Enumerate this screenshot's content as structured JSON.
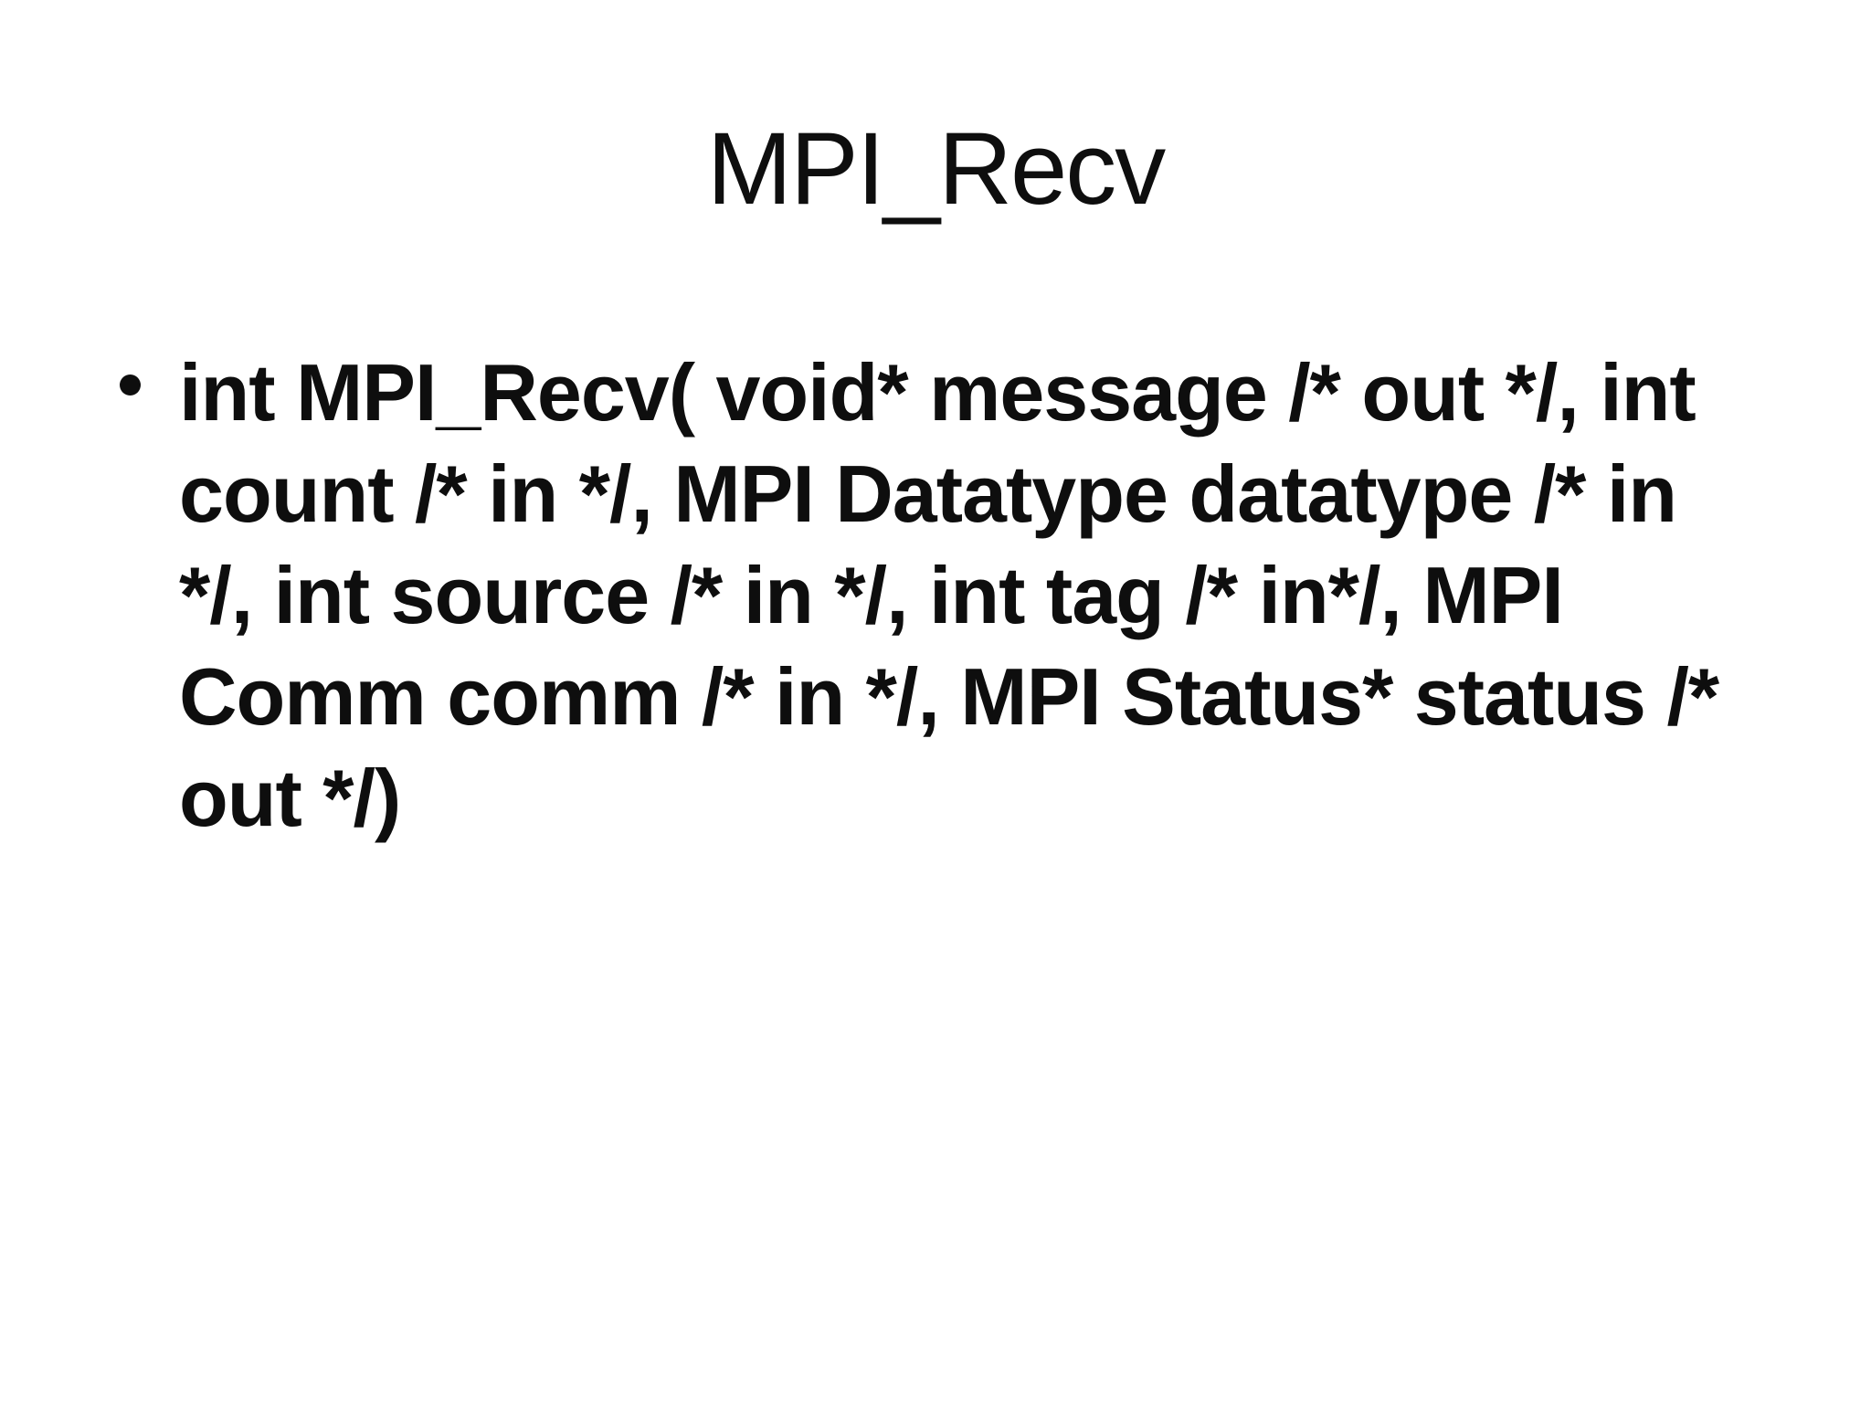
{
  "slide": {
    "title": "MPI_Recv",
    "bullet": {
      "marker_shape": "filled-circle",
      "lines": [
        "int MPI_Recv( void* message /* out */, int",
        "count /* in */, MPI Datatype datatype /* in",
        "*/, int source /* in */, int tag /* in*/, MPI",
        "Comm comm /* in */, MPI Status* status /*",
        "out */)"
      ],
      "full_text": "int MPI_Recv( void* message /* out */, int count /* in */, MPI Datatype datatype /* in */, int source /* in */, int tag /* in*/, MPI Comm comm /* in */, MPI Status* status /* out */)"
    },
    "colors": {
      "background": "#ffffff",
      "text": "#0e0e0e"
    }
  }
}
